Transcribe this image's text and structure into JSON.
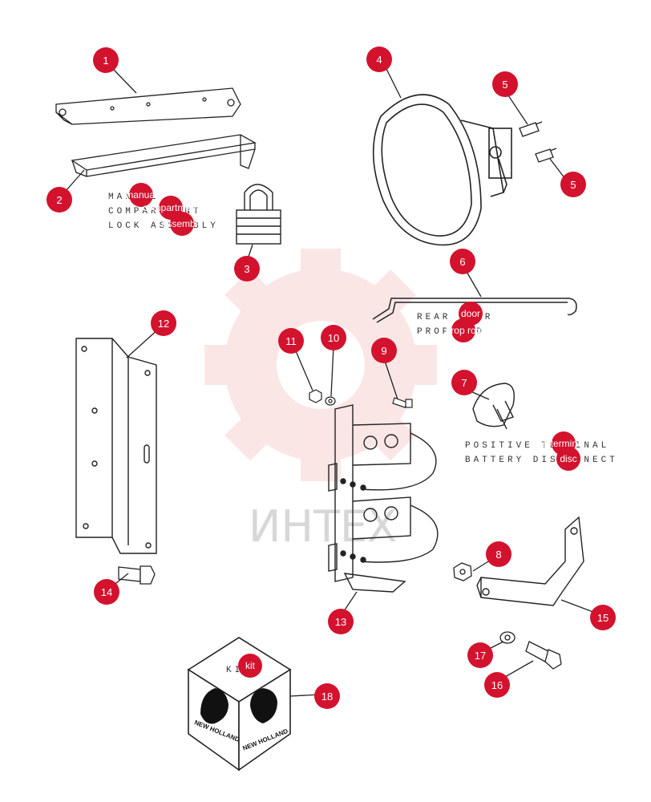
{
  "callouts": [
    "1",
    "2",
    "3",
    "4",
    "5",
    "5",
    "6",
    "7",
    "8",
    "9",
    "10",
    "11",
    "12",
    "13",
    "14",
    "15",
    "16",
    "17",
    "18"
  ],
  "labels": {
    "manual_compartment": {
      "line1": "MANUAL",
      "line2": "COMPARTMENT",
      "line3": "LOCK ASSEMBLY"
    },
    "rear_door_prop_rod": {
      "line1": "REAR DOOR",
      "line2": "PROP ROD"
    },
    "battery_disconnect": {
      "line1": "POSITIVE TERMINAL",
      "line2": "BATTERY DISCONNECT"
    },
    "kit_box": "KIT"
  },
  "hotspots": {
    "manual": "manual",
    "compartment": "compartment",
    "assembly": "assembly",
    "door": "door",
    "prop_rod": "prop rod",
    "terminal": "e terminal",
    "disconnect": "disc",
    "kit": "kit"
  },
  "brand": {
    "logo_text": "NEW HOLLAND"
  },
  "watermark": {
    "text": "ИНТЕХ"
  },
  "colors": {
    "callout": "#d3122e",
    "line": "#222222",
    "watermark": "#f2a0a0"
  }
}
